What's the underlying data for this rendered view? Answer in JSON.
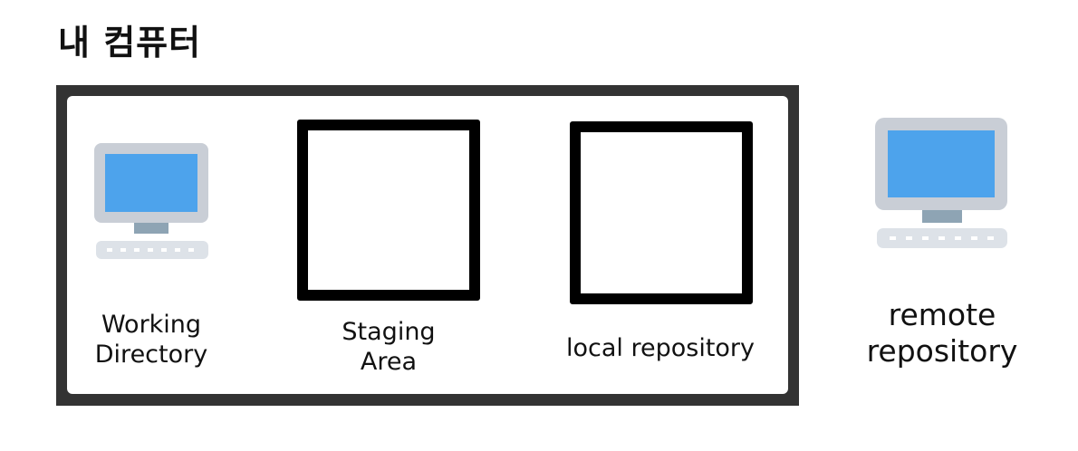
{
  "title": "내 컴퓨터",
  "working_directory": {
    "line1": "Working",
    "line2": "Directory",
    "icon": "computer-icon"
  },
  "staging_area": {
    "line1": "Staging",
    "line2": "Area"
  },
  "local_repository": {
    "label": "local repository"
  },
  "remote_repository": {
    "line1": "remote",
    "line2": "repository",
    "icon": "computer-icon"
  },
  "colors": {
    "frame": "#333333",
    "monitor_bezel": "#c9ced6",
    "monitor_screen": "#4da3ec",
    "monitor_stand": "#8ea4b4",
    "keyboard": "#dde2e8"
  }
}
